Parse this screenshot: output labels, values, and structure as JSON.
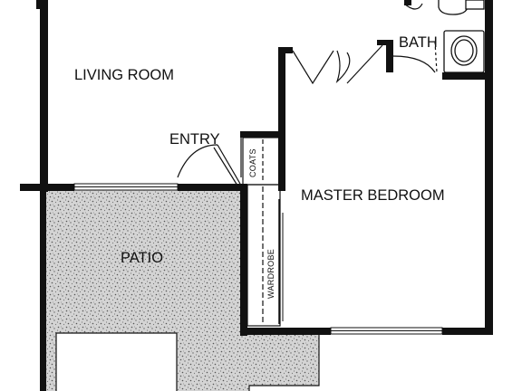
{
  "floorplan": {
    "rooms": {
      "living_room": "LIVING ROOM",
      "bath": "BATH",
      "entry": "ENTRY",
      "coats": "COATS",
      "master_bedroom": "MASTER BEDROOM",
      "patio": "PATIO",
      "wardrobe": "WARDROBE"
    },
    "colors": {
      "wall": "#111111",
      "patio_fill": "#d9d9d9",
      "background": "#ffffff"
    }
  }
}
